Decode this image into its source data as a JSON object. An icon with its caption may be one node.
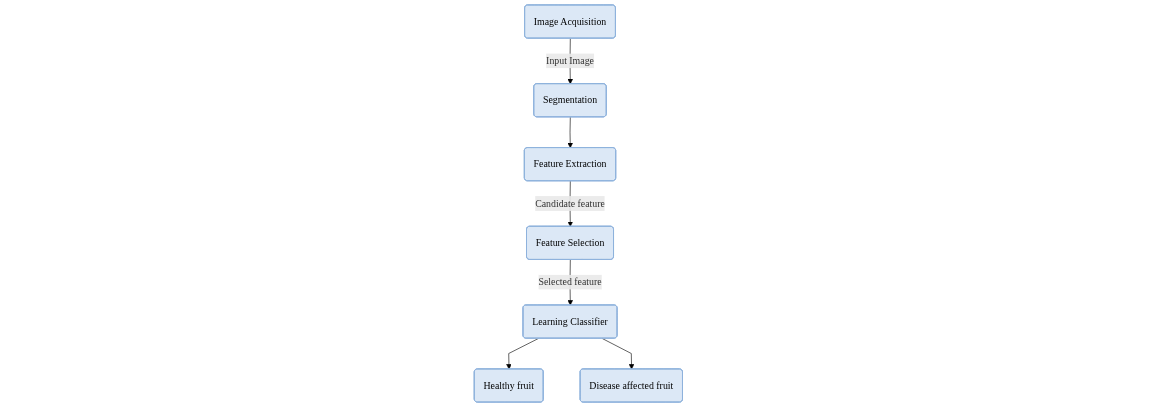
{
  "diagram": {
    "nodes": [
      {
        "text": [
          "Image Acquisition"
        ]
      },
      {
        "text": [
          "Segmentation"
        ]
      },
      {
        "text": [
          "Feature Extraction"
        ]
      },
      {
        "text": [
          "Feature Selection"
        ]
      },
      {
        "text": [
          "Learning Classifier"
        ]
      },
      {
        "text": [
          "Healthy fruit"
        ]
      },
      {
        "text": [
          "Disease affected fruit"
        ]
      }
    ],
    "edges": [
      {
        "from": 0,
        "to": 1,
        "arrow": "to",
        "label": "Input Image"
      },
      {
        "from": 1,
        "to": 2,
        "arrow": "to"
      },
      {
        "from": 2,
        "to": 3,
        "arrow": "to",
        "label": "Candidate feature"
      },
      {
        "from": 3,
        "to": 4,
        "arrow": "to",
        "label": "Selected feature"
      },
      {
        "from": 4,
        "to": 5,
        "arrow": "to"
      },
      {
        "from": 4,
        "to": 6,
        "arrow": "to"
      }
    ]
  }
}
